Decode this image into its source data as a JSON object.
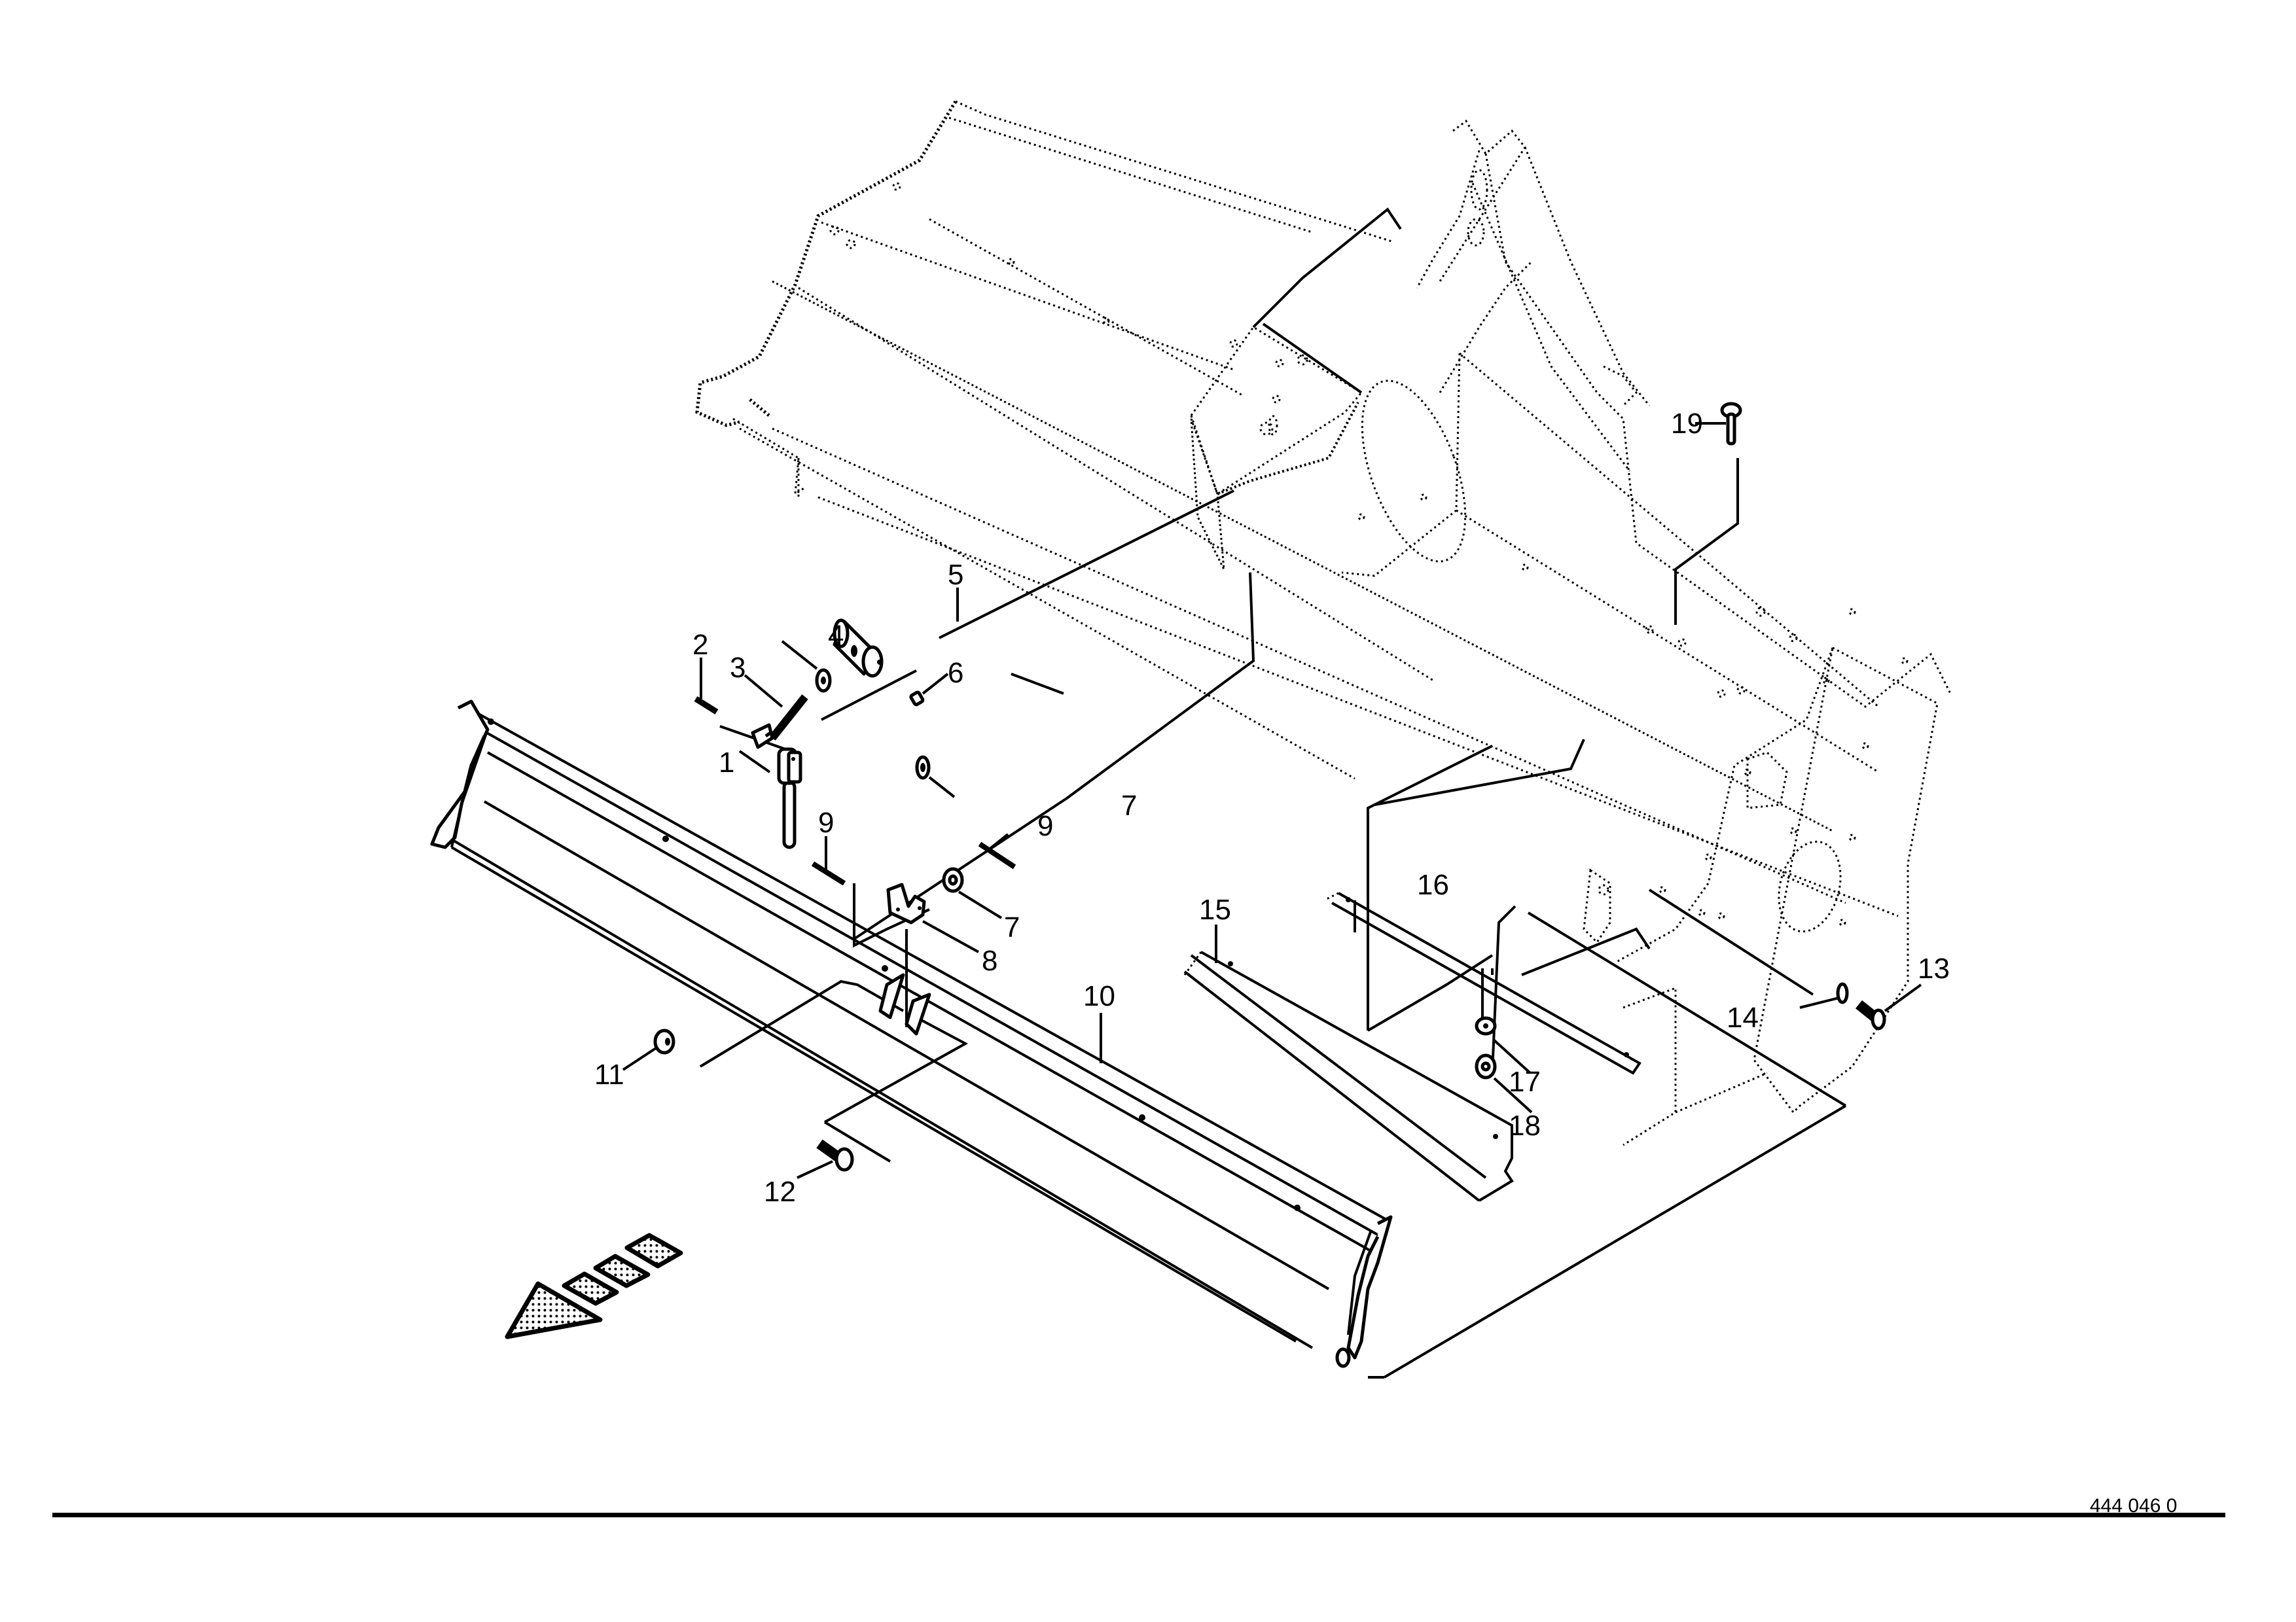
{
  "drawing": {
    "title_block": {
      "drawing_number": "444 046 0"
    },
    "direction_arrow": {
      "icon": "travel-direction-arrow-icon",
      "fill_pattern": "dotted"
    },
    "colors": {
      "ink": "#000000",
      "paper": "#ffffff"
    },
    "callouts": [
      {
        "id": "1",
        "label": "1"
      },
      {
        "id": "2",
        "label": "2"
      },
      {
        "id": "3",
        "label": "3"
      },
      {
        "id": "4",
        "label": "4"
      },
      {
        "id": "5",
        "label": "5"
      },
      {
        "id": "6",
        "label": "6"
      },
      {
        "id": "7a",
        "label": "7"
      },
      {
        "id": "7b",
        "label": "7"
      },
      {
        "id": "8",
        "label": "8"
      },
      {
        "id": "9a",
        "label": "9"
      },
      {
        "id": "9b",
        "label": "9"
      },
      {
        "id": "10",
        "label": "10"
      },
      {
        "id": "11",
        "label": "11"
      },
      {
        "id": "12",
        "label": "12"
      },
      {
        "id": "13",
        "label": "13"
      },
      {
        "id": "14",
        "label": "14"
      },
      {
        "id": "15",
        "label": "15"
      },
      {
        "id": "16",
        "label": "16"
      },
      {
        "id": "17",
        "label": "17"
      },
      {
        "id": "18",
        "label": "18"
      },
      {
        "id": "19",
        "label": "19"
      }
    ]
  }
}
